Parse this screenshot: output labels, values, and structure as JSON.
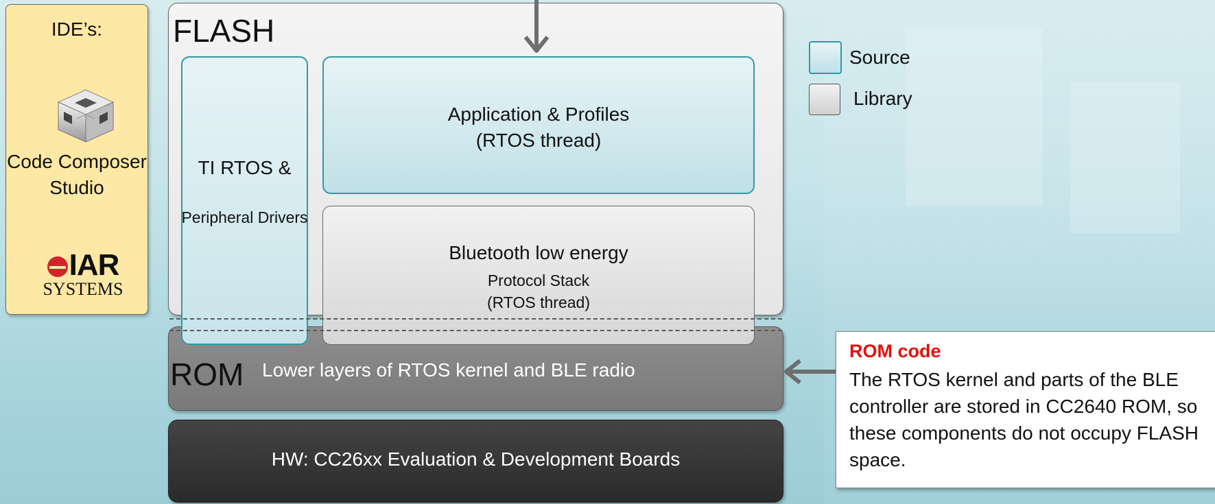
{
  "ide": {
    "title": "IDE’s:",
    "ccs_label": "Code Composer Studio",
    "iar_logo_top": "IAR",
    "iar_logo_bottom": "SYSTEMS"
  },
  "flash": {
    "title": "FLASH"
  },
  "ti_rtos": {
    "title": "TI RTOS &",
    "subtitle": "Peripheral Drivers"
  },
  "app": {
    "line1": "Application & Profiles",
    "line2": "(RTOS thread)"
  },
  "ble": {
    "line1": "Bluetooth low energy",
    "line2": "Protocol Stack",
    "line3": "(RTOS thread)"
  },
  "rom": {
    "title": "ROM",
    "desc": "Lower layers of RTOS kernel and BLE radio"
  },
  "hw": {
    "label": "HW: CC26xx Evaluation & Development Boards"
  },
  "legend": {
    "source": "Source",
    "library": "Library"
  },
  "note": {
    "heading": "ROM code",
    "body": "The RTOS kernel and parts of the BLE controller are stored in CC2640 ROM, so these components do not occupy FLASH space."
  },
  "colors": {
    "ide_bg": "#fde8a6",
    "source_border": "#2f9aa3",
    "rom_bg": "#808080",
    "hw_bg": "#333333",
    "note_heading": "#e3120b"
  }
}
